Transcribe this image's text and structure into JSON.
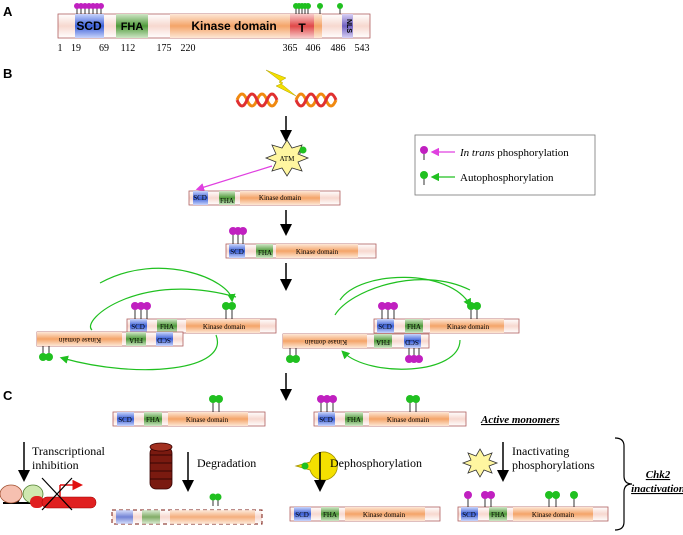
{
  "panels": {
    "a": "A",
    "b": "B",
    "c": "C"
  },
  "domain_map": {
    "scd": "SCD",
    "fha": "FHA",
    "kinase": "Kinase domain",
    "t": "T",
    "nls": "NLS",
    "positions": [
      "1",
      "19",
      "69",
      "112",
      "175",
      "220",
      "365",
      "406",
      "486",
      "543"
    ]
  },
  "labels": {
    "atm": "ATM",
    "scd": "SCD",
    "fha": "FHA",
    "kinase": "Kinase domain"
  },
  "legend": {
    "in_trans_italic": "In trans",
    "in_trans_rest": " phosphorylation",
    "auto": "Autophosphorylation"
  },
  "panel_c": {
    "active_monomers": "Active monomers",
    "transcriptional_1": "Transcriptional",
    "transcriptional_2": "inhibition",
    "degradation": "Degradation",
    "dephosphorylation": "Dephosphorylation",
    "inactivating_1": "Inactivating",
    "inactivating_2": "phosphorylations",
    "chk2_1": "Chk2",
    "chk2_2": "inactivation"
  },
  "colors": {
    "scd": "#3a5fd8",
    "fha": "#4f9a3a",
    "kinase": "#f0a060",
    "t": "#e05050",
    "nls": "#7060c0",
    "magenta": "#c020c0",
    "green": "#20c020"
  }
}
